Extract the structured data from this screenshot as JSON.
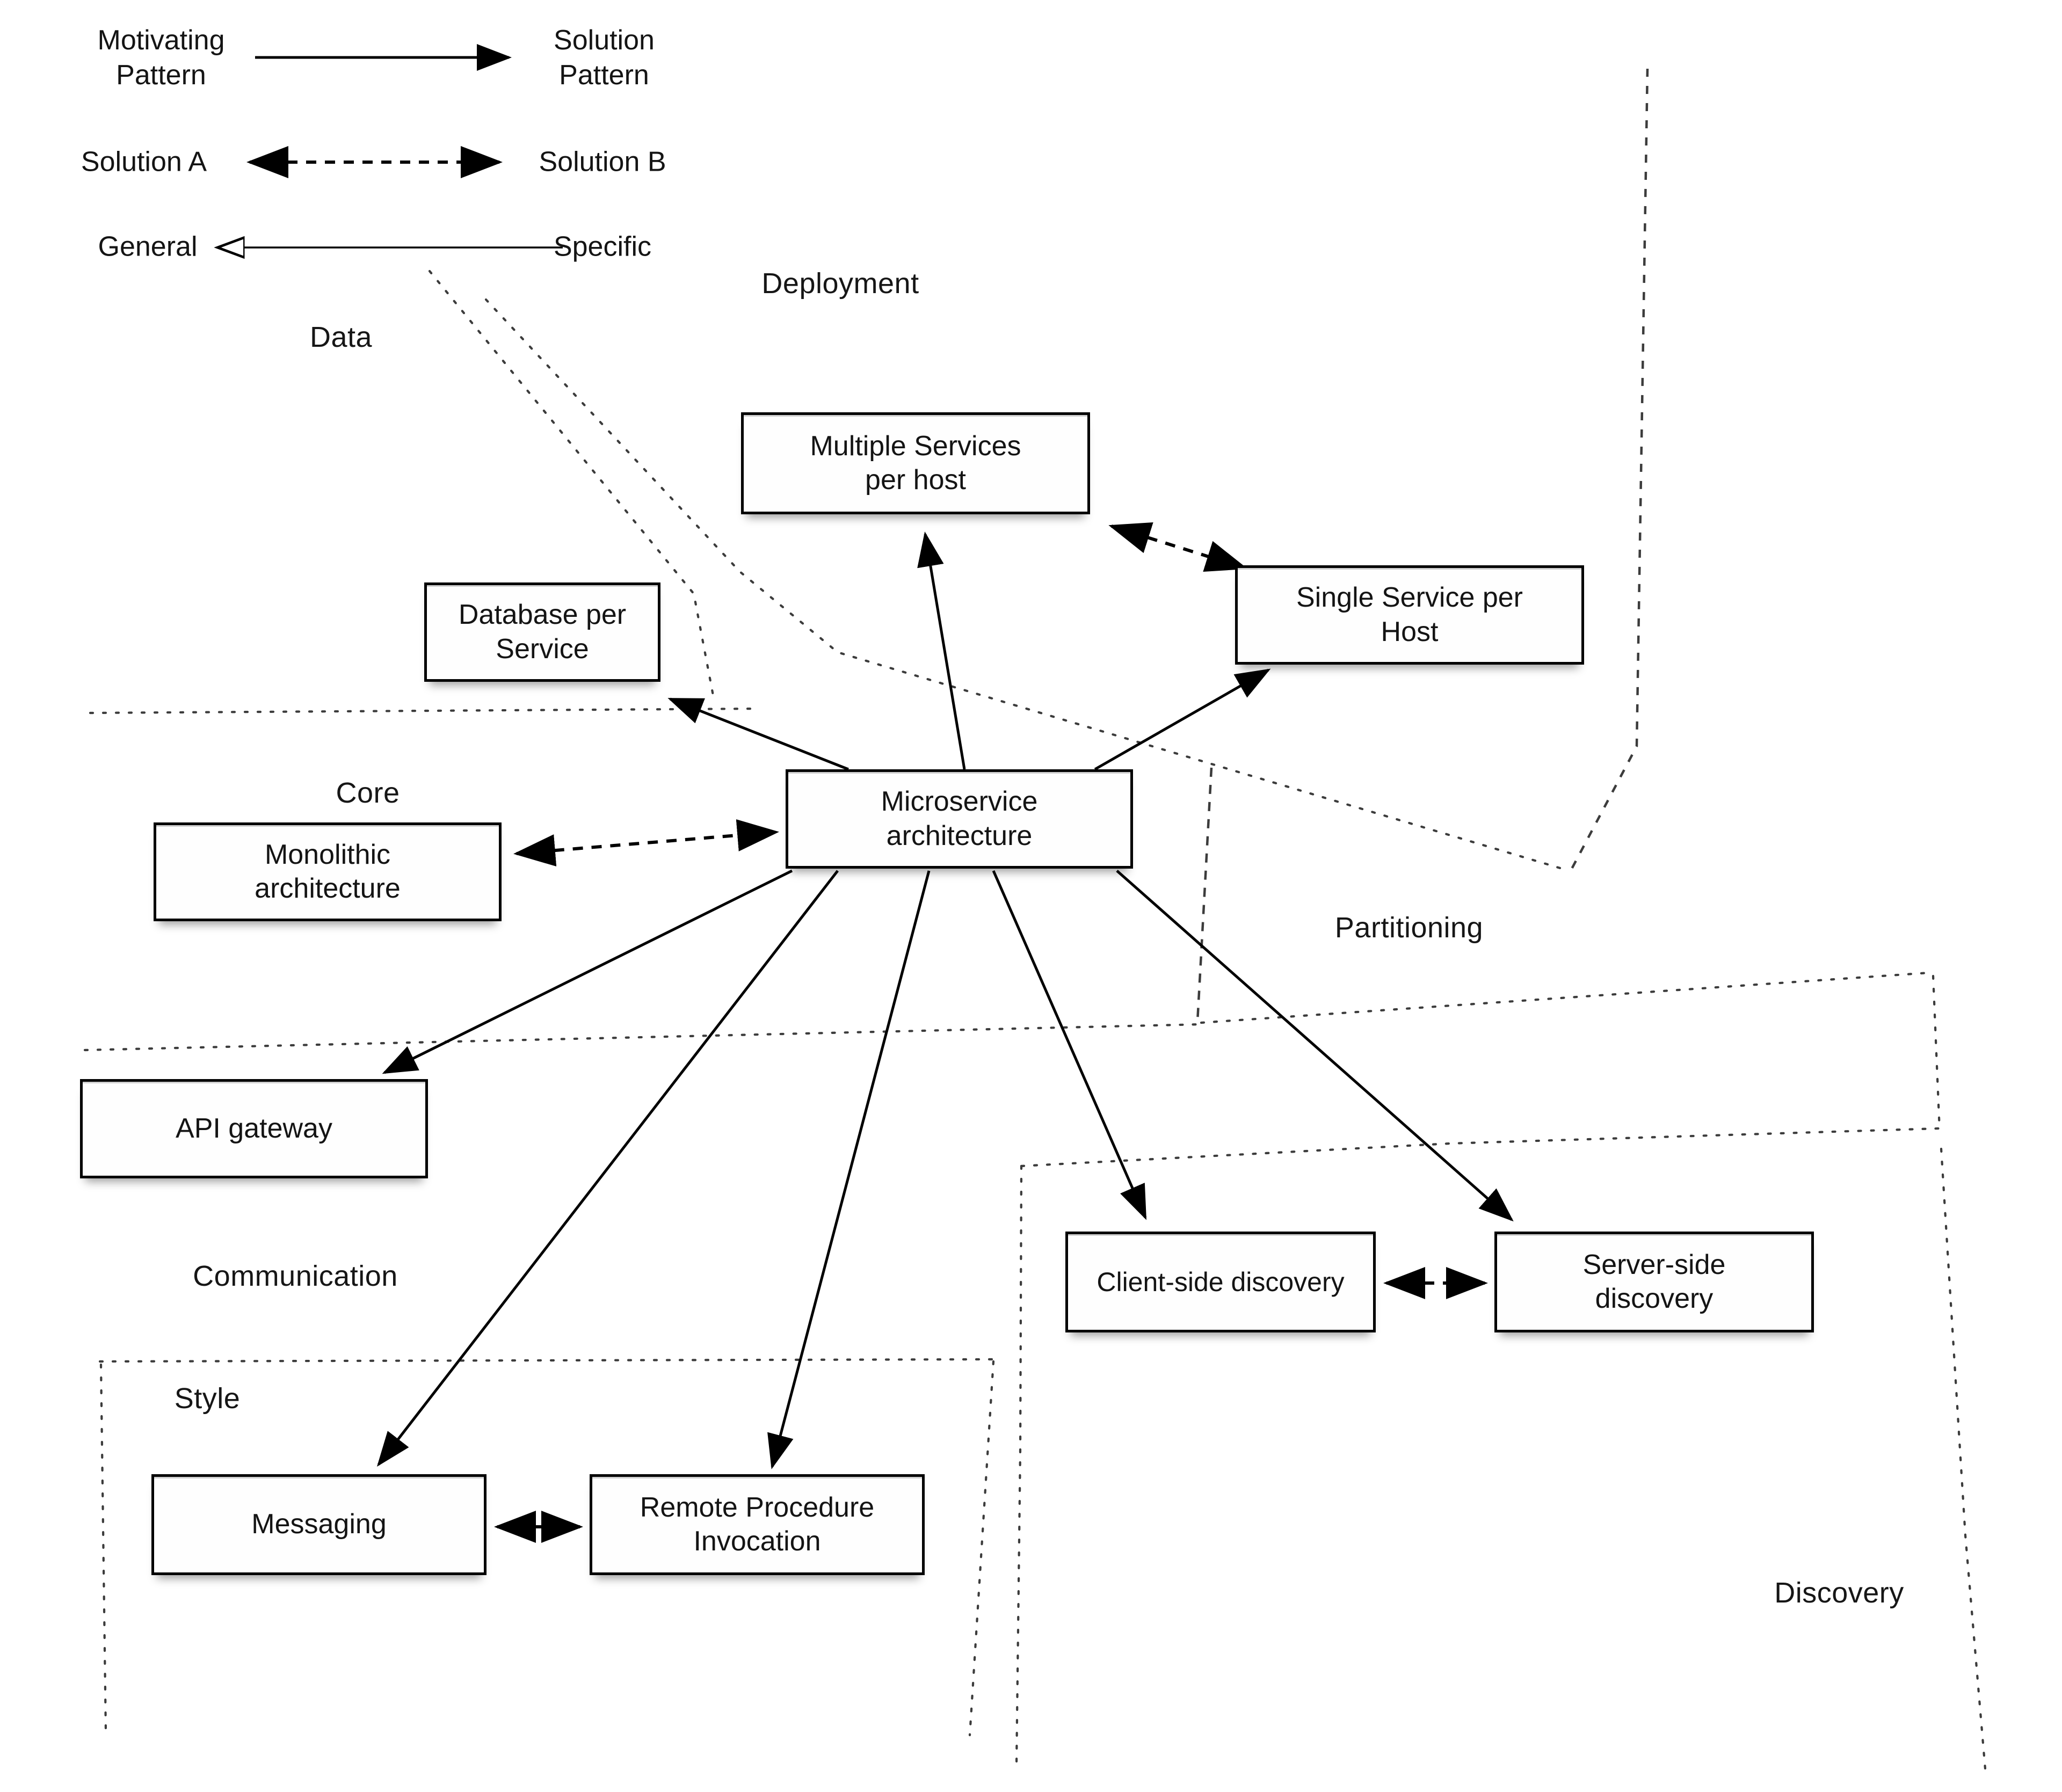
{
  "legend": {
    "motivating_pattern": "Motivating Pattern",
    "solution_pattern": "Solution Pattern",
    "solution_a": "Solution A",
    "solution_b": "Solution B",
    "general": "General",
    "specific": "Specific"
  },
  "regions": {
    "data": "Data",
    "deployment": "Deployment",
    "core": "Core",
    "partitioning": "Partitioning",
    "communication": "Communication",
    "style": "Style",
    "discovery": "Discovery"
  },
  "nodes": {
    "multiple_services_per_host": {
      "label": "Multiple Services per host"
    },
    "single_service_per_host": {
      "label": "Single Service per Host"
    },
    "database_per_service": {
      "label": "Database per Service"
    },
    "microservice_architecture": {
      "label": "Microservice architecture"
    },
    "monolithic_architecture": {
      "label": "Monolithic architecture"
    },
    "api_gateway": {
      "label": "API gateway"
    },
    "client_side_discovery": {
      "label": "Client-side discovery"
    },
    "server_side_discovery": {
      "label": "Server-side discovery"
    },
    "messaging": {
      "label": "Messaging"
    },
    "remote_procedure_invocation": {
      "label": "Remote Procedure Invocation"
    }
  },
  "edges": [
    {
      "from": "Microservice architecture",
      "to": "Multiple Services per host",
      "type": "motivates"
    },
    {
      "from": "Microservice architecture",
      "to": "Single Service per Host",
      "type": "motivates"
    },
    {
      "from": "Microservice architecture",
      "to": "Database per Service",
      "type": "motivates"
    },
    {
      "from": "Microservice architecture",
      "to": "API gateway",
      "type": "motivates"
    },
    {
      "from": "Microservice architecture",
      "to": "Messaging",
      "type": "motivates"
    },
    {
      "from": "Microservice architecture",
      "to": "Remote Procedure Invocation",
      "type": "motivates"
    },
    {
      "from": "Microservice architecture",
      "to": "Client-side discovery",
      "type": "motivates"
    },
    {
      "from": "Microservice architecture",
      "to": "Server-side discovery",
      "type": "motivates"
    },
    {
      "from": "Multiple Services per host",
      "to": "Single Service per Host",
      "type": "alternative-solutions"
    },
    {
      "from": "Monolithic architecture",
      "to": "Microservice architecture",
      "type": "alternative-solutions"
    },
    {
      "from": "Client-side discovery",
      "to": "Server-side discovery",
      "type": "alternative-solutions"
    },
    {
      "from": "Messaging",
      "to": "Remote Procedure Invocation",
      "type": "alternative-solutions"
    },
    {
      "from": "Specific",
      "to": "General",
      "type": "generalization"
    }
  ],
  "colors": {
    "line": "#000000",
    "dotted_boundary": "#3c3c3c",
    "box_border": "#000000",
    "box_fill": "#fefefe",
    "text": "#141414"
  }
}
